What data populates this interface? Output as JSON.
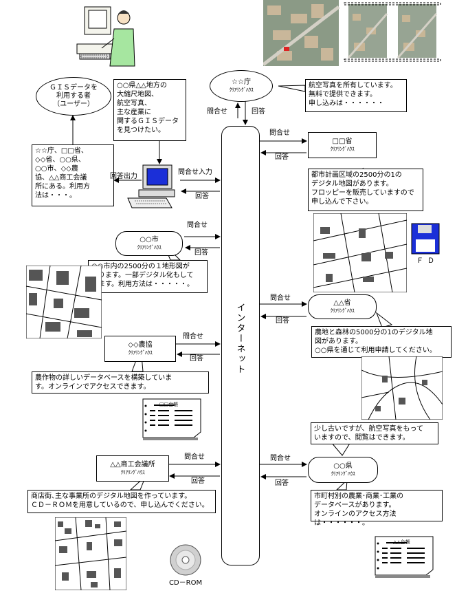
{
  "backbone": {
    "label": "インターネット"
  },
  "links": {
    "inquiry": "問合せ",
    "answer": "回答",
    "inquiry_input": "問合せ入力",
    "answer_output": "回答出力"
  },
  "user": {
    "label": "ＧＩＳデータを\n利用する者\n（ユーザー）",
    "need": "○○県△△地方の\n大縮尺地図、\n航空写真、\n主な産業に\n関するＧＩＳデータ\nを見つけたい。",
    "result": "☆☆庁、□□省、\n◇◇省、○○県、\n○○市、◇◇農\n協、△△商工会議\n所にある。利用方\n法は・・・。"
  },
  "nodes": {
    "agency": {
      "name": "☆☆庁",
      "sub": "ｸﾘｱﾘﾝｸﾞﾊｳｽ",
      "note": "航空写真を所有しています。\n無料で提供できます。\n申し込みは・・・・・・"
    },
    "ministry1": {
      "name": "□□省",
      "sub": "ｸﾘｱﾘﾝｸﾞﾊｳｽ",
      "note": "都市計画区域の2500分の1の\nデジタル地図があります。\nフロッピーを販売していますので\n申し込んで下さい。"
    },
    "city": {
      "name": "○○市",
      "sub": "ｸﾘｱﾘﾝｸﾞﾊｳｽ",
      "note": "○○市内の2500分の１地形図が\nあります。一部デジタル化もして\nいます。利用方法は・・・・・。"
    },
    "ministry2": {
      "name": "△△省",
      "sub": "ｸﾘｱﾘﾝｸﾞﾊｳｽ",
      "note": "農地と森林の5000分の1のデジタル地\n図があります。\n○○県を通じて利用申請してください。"
    },
    "agri": {
      "name": "◇◇農協",
      "sub": "ｸﾘｱﾘﾝｸﾞﾊｳｽ",
      "note": "農作物の詳しいデータベースを構築していま\nす。オンラインでアクセスできます。"
    },
    "prefecture": {
      "name": "○○県",
      "sub": "ｸﾘｱﾘﾝｸﾞﾊｳｽ",
      "note_top": "少し古いですが、航空写真をもって\nいますので、閲覧はできます。",
      "note_bottom": "市町村別の農業･商業･工業の\nデータベースがあります。\nオンラインのアクセス方法は・・・・・・。"
    },
    "chamber": {
      "name": "△△商工会議所",
      "sub": "ｸﾘｱﾘﾝｸﾞﾊｳｽ",
      "note": "商店街､主な事業所のデジタル地図を作っています。\nＣＤ－ＲＯＭを用意しているので、申し込んでください。"
    }
  },
  "media": {
    "fd": "ＦＤ",
    "cdrom": "CD－ROM",
    "db1_title": "□□台帳",
    "db2_title": "△△台帳"
  }
}
